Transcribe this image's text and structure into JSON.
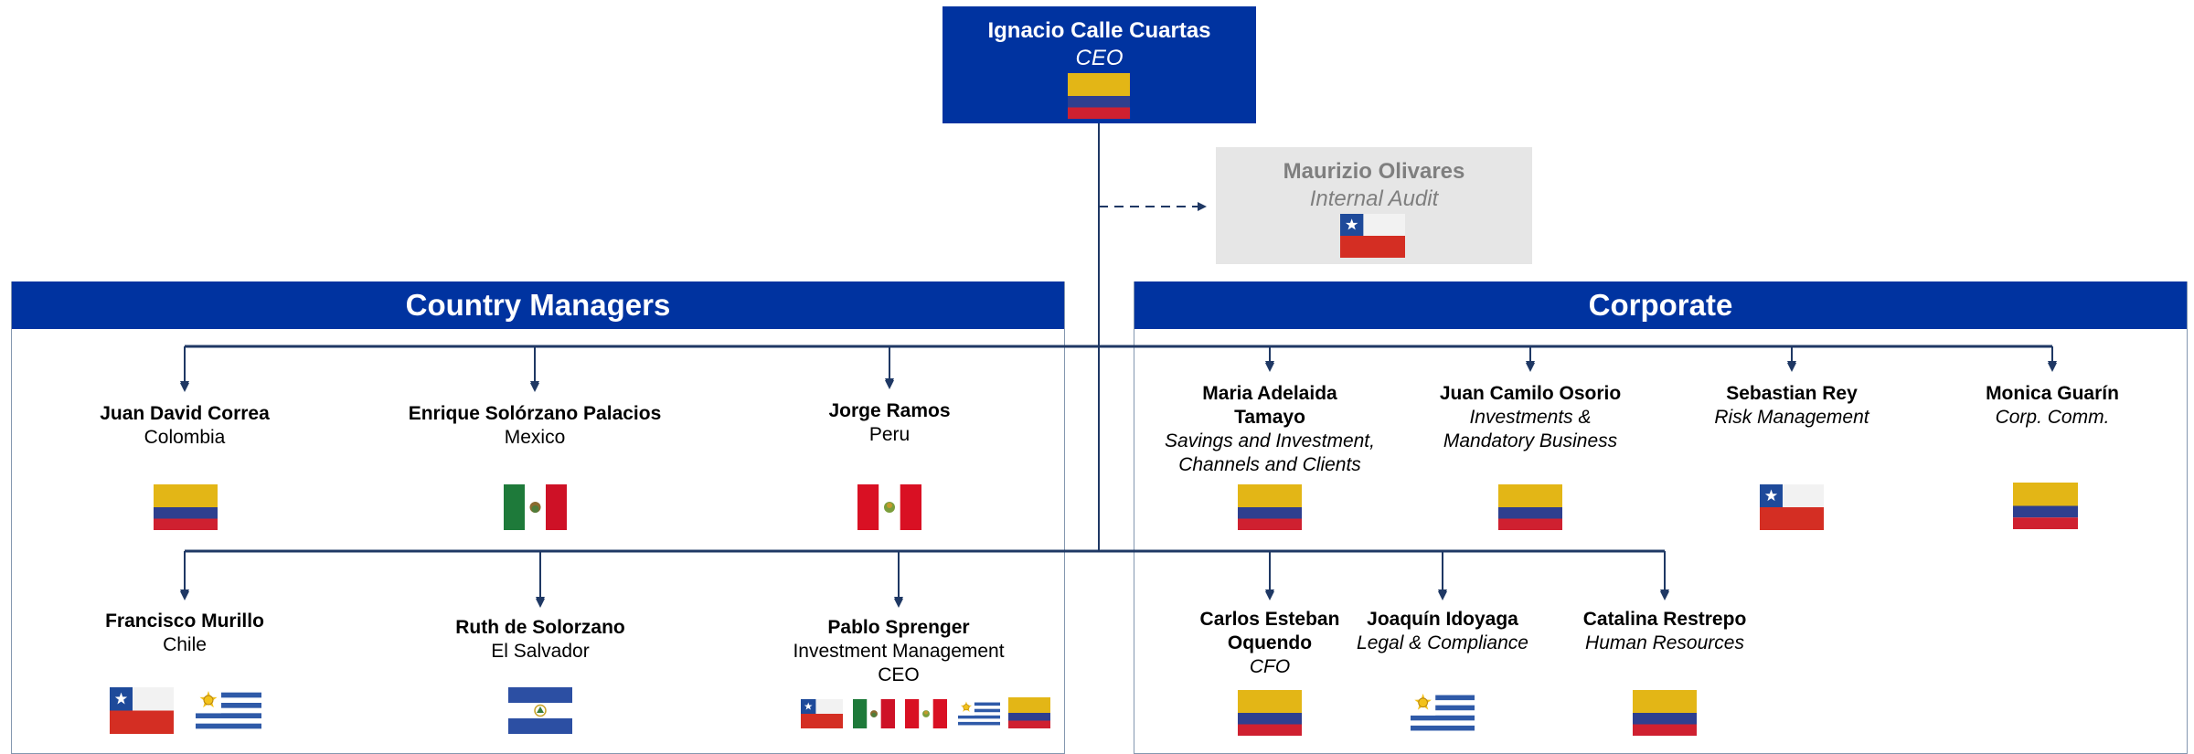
{
  "ceo": {
    "name": "Ignacio Calle Cuartas",
    "title": "CEO",
    "flag": "colombia"
  },
  "audit": {
    "name": "Maurizio Olivares",
    "title": "Internal Audit",
    "flag": "chile"
  },
  "sections": {
    "country_managers": "Country Managers",
    "corporate": "Corporate"
  },
  "country_managers": [
    {
      "name": "Juan David Correa",
      "title": "Colombia",
      "flags": [
        "colombia"
      ]
    },
    {
      "name": "Enrique Solórzano Palacios",
      "title": "Mexico",
      "flags": [
        "mexico"
      ]
    },
    {
      "name": "Jorge Ramos",
      "title": "Peru",
      "flags": [
        "peru"
      ]
    },
    {
      "name": "Francisco Murillo",
      "title": "Chile",
      "flags": [
        "chile",
        "uruguay"
      ]
    },
    {
      "name": "Ruth de Solorzano",
      "title": "El Salvador",
      "flags": [
        "el-salvador"
      ]
    },
    {
      "name": "Pablo Sprenger",
      "title_line1": "Investment Management",
      "title_line2": "CEO",
      "flags": [
        "chile",
        "mexico",
        "peru",
        "uruguay",
        "colombia"
      ]
    }
  ],
  "corporate": [
    {
      "name_line1": "Maria Adelaida",
      "name_line2": "Tamayo",
      "title_line1": "Savings and Investment,",
      "title_line2": "Channels and Clients",
      "flags": [
        "colombia"
      ]
    },
    {
      "name": "Juan Camilo Osorio",
      "title_line1": "Investments &",
      "title_line2": "Mandatory Business",
      "flags": [
        "colombia"
      ]
    },
    {
      "name": "Sebastian Rey",
      "title": "Risk Management",
      "flags": [
        "chile"
      ]
    },
    {
      "name": "Monica Guarín",
      "title": "Corp. Comm.",
      "flags": [
        "colombia"
      ]
    },
    {
      "name_line1": "Carlos Esteban",
      "name_line2": "Oquendo",
      "title": "CFO",
      "flags": [
        "colombia"
      ]
    },
    {
      "name": "Joaquín Idoyaga",
      "title": "Legal & Compliance",
      "flags": [
        "uruguay"
      ]
    },
    {
      "name": "Catalina Restrepo",
      "title": "Human Resources",
      "flags": [
        "colombia"
      ]
    }
  ],
  "colors": {
    "brand_blue": "#0033a0",
    "connector": "#1f3864",
    "audit_bg": "#e6e6e6",
    "audit_text": "#7f7f7f"
  }
}
